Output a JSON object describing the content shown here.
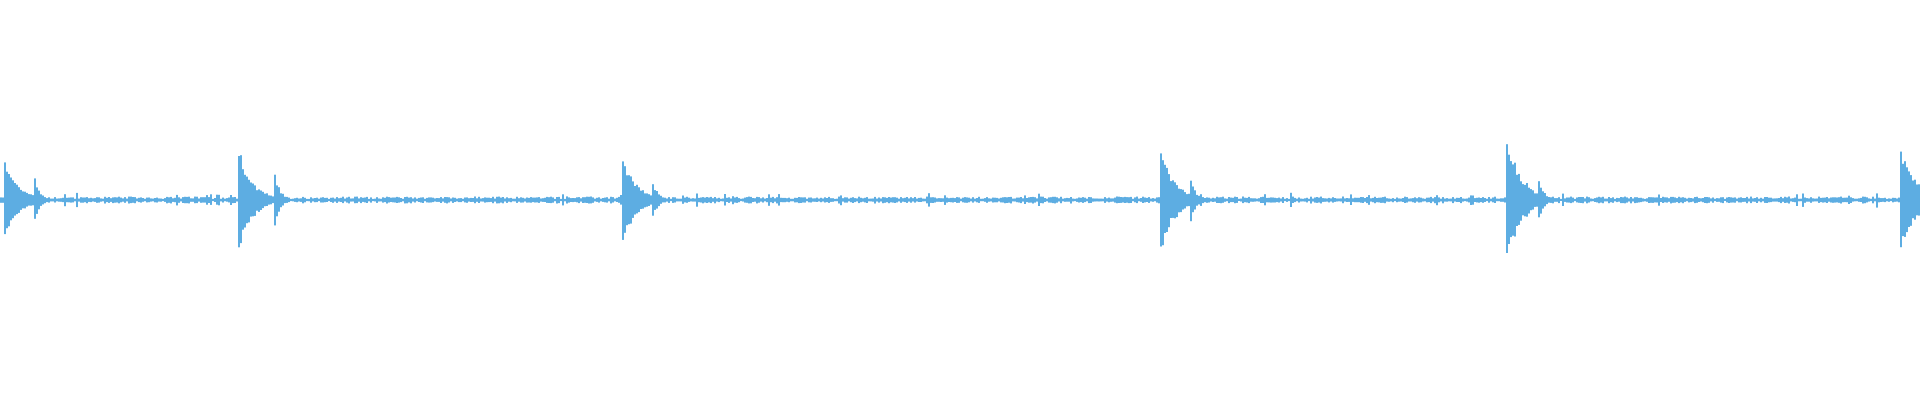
{
  "chart_data": {
    "type": "waveform",
    "title": "",
    "xlabel": "",
    "ylabel": "",
    "ylim": [
      -1,
      1
    ],
    "grid": false,
    "legend": "none",
    "color": "#5dade2",
    "background": "#ffffff",
    "noise_floor_amplitude": 0.015,
    "bursts": [
      {
        "time": 0.002,
        "peak": 0.21,
        "echo_offset": 0.016,
        "echo_peak": 0.12
      },
      {
        "time": 0.124,
        "peak": 0.27,
        "echo_offset": 0.019,
        "echo_peak": 0.15
      },
      {
        "time": 0.324,
        "peak": 0.22,
        "echo_offset": 0.016,
        "echo_peak": 0.1
      },
      {
        "time": 0.604,
        "peak": 0.28,
        "echo_offset": 0.016,
        "echo_peak": 0.12
      },
      {
        "time": 0.784,
        "peak": 0.38,
        "echo_offset": 0.017,
        "echo_peak": 0.13
      },
      {
        "time": 0.99,
        "peak": 0.29,
        "echo_offset": 0.01,
        "echo_peak": 0.12
      }
    ]
  }
}
